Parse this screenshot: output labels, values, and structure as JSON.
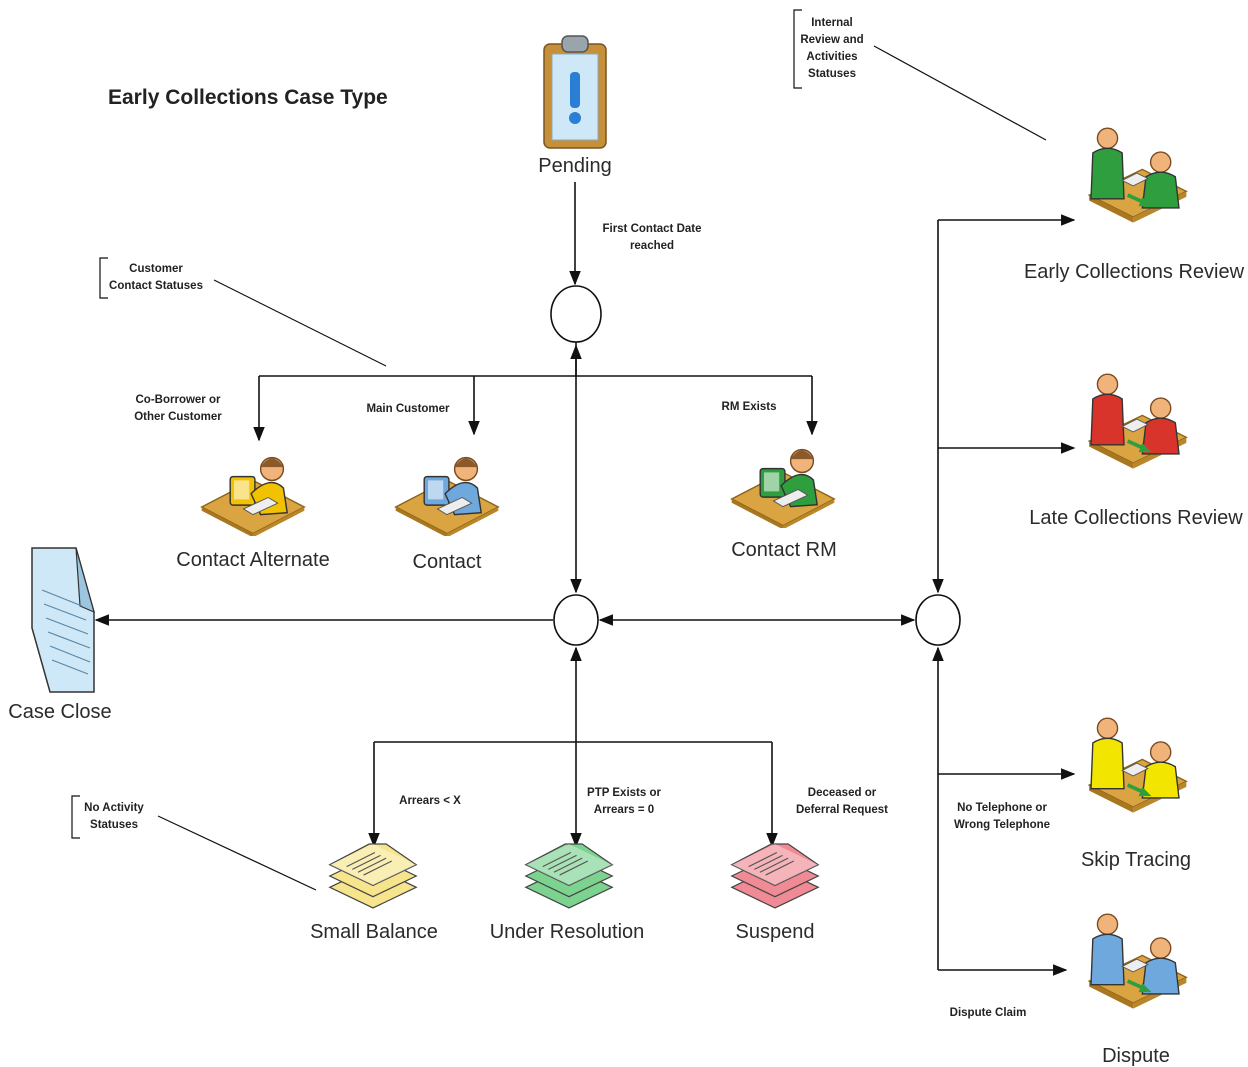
{
  "diagram": {
    "title": "Early Collections Case Type",
    "colors": {
      "line": "#111111",
      "yellow": "#f2c200",
      "blue": "#6fa8dc",
      "green": "#2e9e3e",
      "red": "#d9342b",
      "desk": "#d9a441",
      "doc": "#cfe8f7",
      "stack_yellow": "#f6e58d",
      "stack_green": "#7bd38f",
      "stack_red": "#f08a95"
    },
    "nodes": {
      "pending": "Pending",
      "contact_alternate": "Contact Alternate",
      "contact": "Contact",
      "contact_rm": "Contact RM",
      "case_close": "Case Close",
      "small_balance": "Small Balance",
      "under_resolution": "Under Resolution",
      "suspend": "Suspend",
      "early_collections_review": "Early Collections Review",
      "late_collections_review": "Late Collections Review",
      "skip_tracing": "Skip Tracing",
      "dispute": "Dispute"
    },
    "edge_labels": {
      "first_contact_date_1": "First Contact Date",
      "first_contact_date_2": "reached",
      "co_borrower_1": "Co-Borrower or",
      "co_borrower_2": "Other Customer",
      "main_customer": "Main Customer",
      "rm_exists": "RM Exists",
      "arrears_lt_x": "Arrears < X",
      "ptp_1": "PTP Exists or",
      "ptp_2": "Arrears = 0",
      "deceased_1": "Deceased or",
      "deceased_2": "Deferral Request",
      "no_telephone_1": "No Telephone or",
      "no_telephone_2": "Wrong Telephone",
      "dispute_claim": "Dispute Claim"
    },
    "annotations": {
      "customer_contact_1": "Customer",
      "customer_contact_2": "Contact Statuses",
      "internal_review_1": "Internal",
      "internal_review_2": "Review and",
      "internal_review_3": "Activities",
      "internal_review_4": "Statuses",
      "no_activity_1": "No Activity",
      "no_activity_2": "Statuses"
    },
    "icons": {
      "pending": "clipboard-alert-icon",
      "contact": "person-at-computer-icon",
      "review": "two-people-meeting-icon",
      "case_close": "document-icon",
      "status": "document-stack-icon"
    }
  }
}
